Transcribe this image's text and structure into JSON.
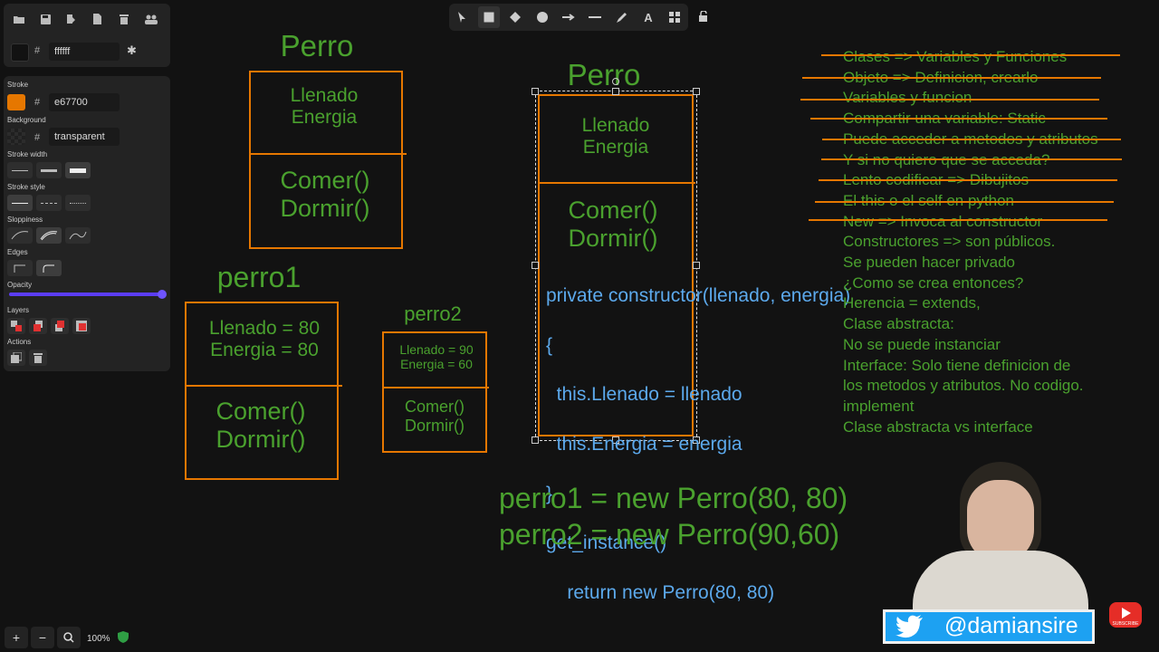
{
  "toolbar_left": {
    "buttons": [
      "open-icon",
      "save-icon",
      "export-icon",
      "export-image-icon",
      "trash-icon",
      "collaborate-icon"
    ],
    "canvas_bg_hash": "#",
    "canvas_bg_value": "ffffff"
  },
  "props": {
    "stroke_label": "Stroke",
    "stroke_hash": "#",
    "stroke_value": "e67700",
    "background_label": "Background",
    "background_hash": "#",
    "background_value": "transparent",
    "stroke_width_label": "Stroke width",
    "stroke_style_label": "Stroke style",
    "sloppiness_label": "Sloppiness",
    "edges_label": "Edges",
    "opacity_label": "Opacity",
    "opacity_percent": 100,
    "layers_label": "Layers",
    "actions_label": "Actions",
    "colors": {
      "stroke": "#e67700",
      "accent": "#5b3df5"
    }
  },
  "toolbar_top": {
    "tools": [
      "pointer-icon",
      "rectangle-icon",
      "diamond-icon",
      "ellipse-icon",
      "arrow-icon",
      "line-icon",
      "pencil-icon",
      "text-icon",
      "library-icon",
      "lock-icon"
    ],
    "text_tool_glyph": "A"
  },
  "canvas": {
    "class1": {
      "title": "Perro",
      "attrs": [
        "Llenado",
        "Energia"
      ],
      "methods": [
        "Comer()",
        "Dormir()"
      ]
    },
    "obj1": {
      "title": "perro1",
      "attrs": [
        "Llenado = 80",
        "Energia = 80"
      ],
      "methods": [
        "Comer()",
        "Dormir()"
      ]
    },
    "obj2": {
      "title": "perro2",
      "attrs": [
        "Llenado = 90",
        "Energia = 60"
      ],
      "methods": [
        "Comer()",
        "Dormir()"
      ]
    },
    "class2": {
      "title": "Perro",
      "attrs": [
        "Llenado",
        "Energia"
      ],
      "methods": [
        "Comer()",
        "Dormir()"
      ]
    },
    "code": [
      "private constructor(llenado, energia)",
      "{",
      "  this.Llenado = llenado",
      "  this.Energia = energia",
      "}",
      "get_instance()",
      "    return new Perro(80, 80)"
    ],
    "instances": [
      "perro1 = new Perro(80, 80)",
      "perro2 = new Perro(90,60)"
    ],
    "notes": [
      "Clases => Variables y Funciones",
      "Objeto => Definicion, crearlo",
      "Variables y funcion",
      "Compartir una variable: Static",
      "Puede acceder a metodos y atributos",
      "Y si no quiero que se acceda?",
      "Lento codificar => Dibujitos",
      "El this o el self en python",
      "New => Invoca al constructor",
      "Constructores => son públicos.",
      "Se pueden hacer privado",
      "¿Como se crea entonces?",
      "Herencia = extends,",
      "Clase abstracta:",
      "No se puede instanciar",
      "Interface: Solo tiene definicion de",
      "los metodos y atributos. No codigo.",
      "implement",
      "Clase abstracta vs interface"
    ]
  },
  "zoom": {
    "minus": "−",
    "plus": "+",
    "level": "100%"
  },
  "overlay": {
    "handle": "@damiansire",
    "yt_label": "SUBSCRIBE"
  }
}
